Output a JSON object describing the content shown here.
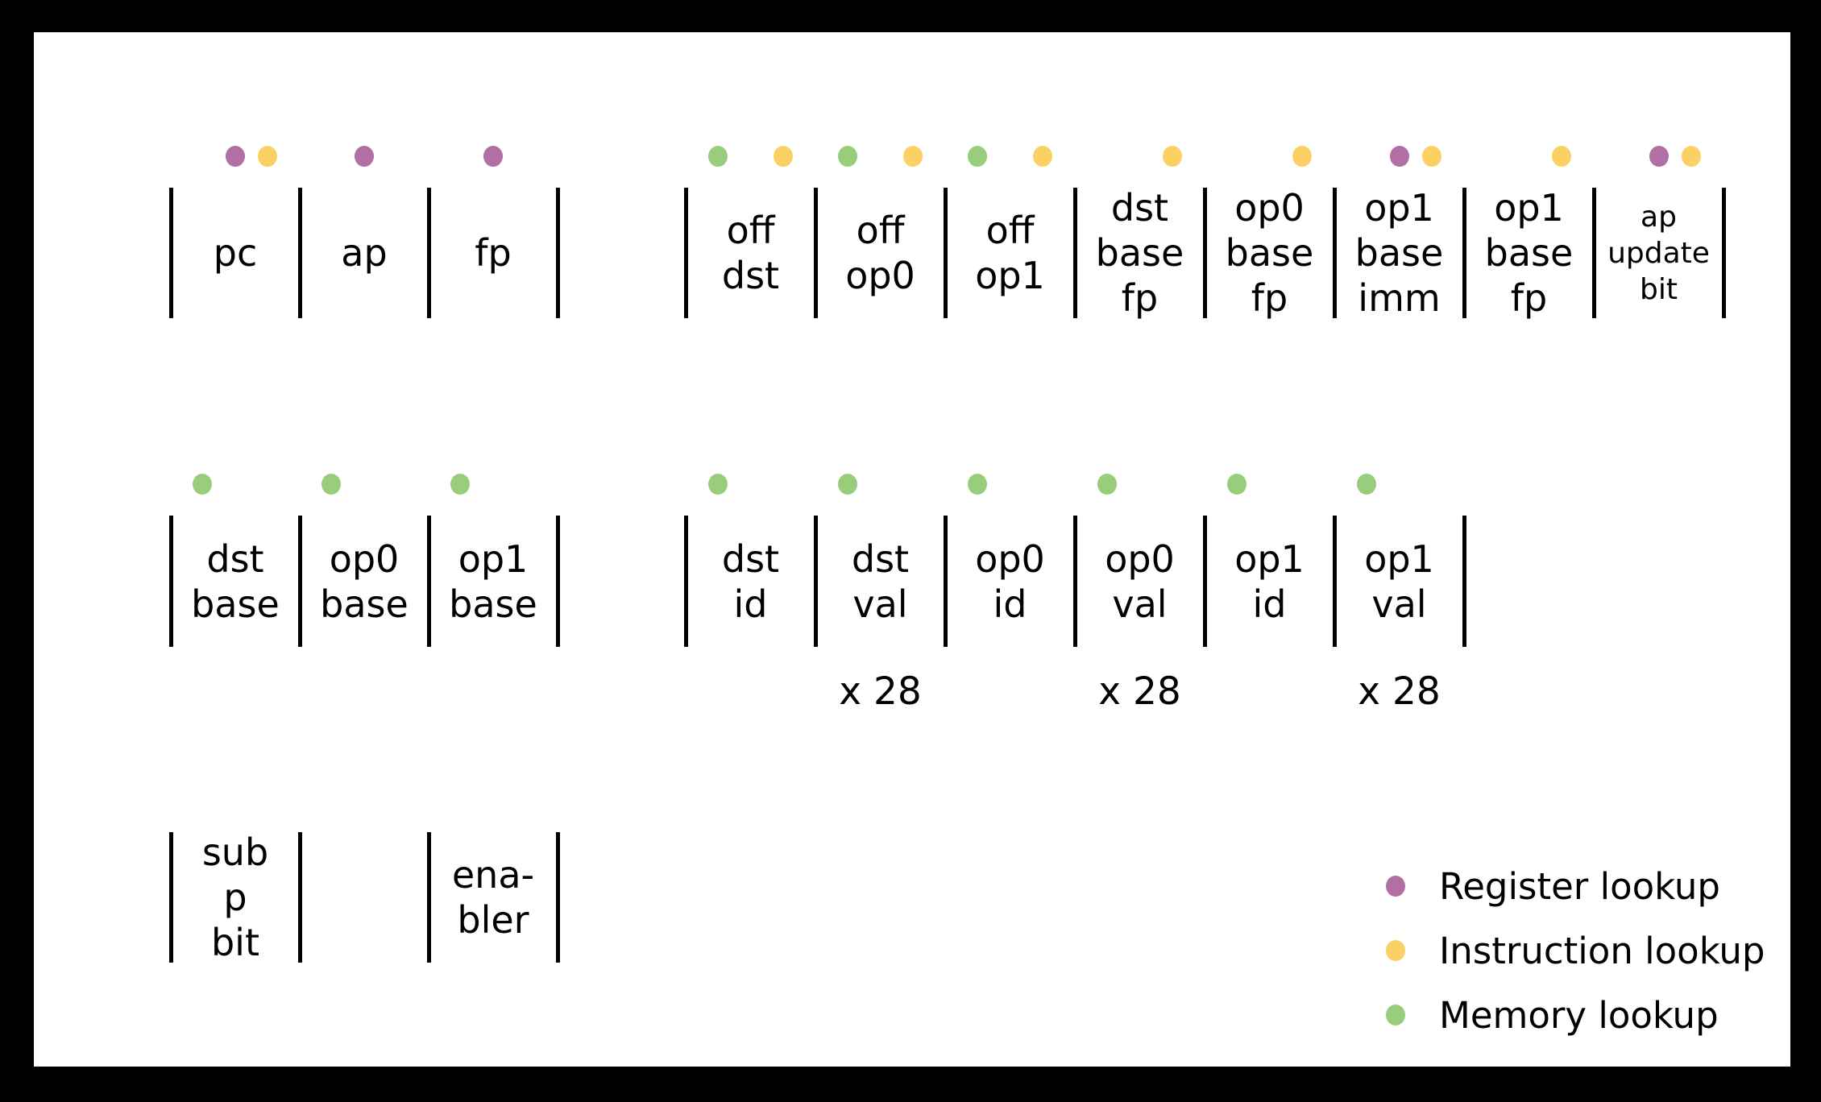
{
  "colors": {
    "register": "#b16fa4",
    "instruction": "#fbd166",
    "memory": "#98ce7b"
  },
  "legend": {
    "items": [
      {
        "id": "register",
        "label": "Register lookup"
      },
      {
        "id": "instruction",
        "label": "Instruction lookup"
      },
      {
        "id": "memory",
        "label": "Memory lookup"
      }
    ]
  },
  "groups": [
    {
      "id": "registers-row",
      "columns": [
        {
          "name": "pc",
          "lines": [
            "pc"
          ],
          "dots": [
            "register",
            "instruction"
          ]
        },
        {
          "name": "ap",
          "lines": [
            "ap"
          ],
          "dots": [
            "register"
          ]
        },
        {
          "name": "fp",
          "lines": [
            "fp"
          ],
          "dots": [
            "register"
          ]
        }
      ]
    },
    {
      "id": "instruction-fields-row",
      "columns": [
        {
          "name": "off-dst",
          "lines": [
            "off",
            "dst"
          ],
          "dots": [
            "memory",
            "instruction"
          ]
        },
        {
          "name": "off-op0",
          "lines": [
            "off",
            "op0"
          ],
          "dots": [
            "memory",
            "instruction"
          ]
        },
        {
          "name": "off-op1",
          "lines": [
            "off",
            "op1"
          ],
          "dots": [
            "memory",
            "instruction"
          ]
        },
        {
          "name": "dst-base-fp",
          "lines": [
            "dst",
            "base",
            "fp"
          ],
          "dots": [
            "instruction"
          ]
        },
        {
          "name": "op0-base-fp",
          "lines": [
            "op0",
            "base",
            "fp"
          ],
          "dots": [
            "instruction"
          ]
        },
        {
          "name": "op1-base-imm",
          "lines": [
            "op1",
            "base",
            "imm"
          ],
          "dots": [
            "register",
            "instruction"
          ]
        },
        {
          "name": "op1-base-fp",
          "lines": [
            "op1",
            "base",
            "fp"
          ],
          "dots": [
            "instruction"
          ]
        },
        {
          "name": "ap-update-bit",
          "lines": [
            "ap",
            "update",
            "bit"
          ],
          "dots": [
            "register",
            "instruction"
          ],
          "small": true
        }
      ]
    },
    {
      "id": "memory-base-row",
      "columns": [
        {
          "name": "dst-base",
          "lines": [
            "dst",
            "base"
          ],
          "dots": [
            "memory"
          ]
        },
        {
          "name": "op0-base",
          "lines": [
            "op0",
            "base"
          ],
          "dots": [
            "memory"
          ]
        },
        {
          "name": "op1-base",
          "lines": [
            "op1",
            "base"
          ],
          "dots": [
            "memory"
          ]
        }
      ]
    },
    {
      "id": "memory-values-row",
      "columns": [
        {
          "name": "dst-id",
          "lines": [
            "dst",
            "id"
          ],
          "dots": [
            "memory"
          ]
        },
        {
          "name": "dst-val",
          "lines": [
            "dst",
            "val"
          ],
          "dots": [
            "memory"
          ],
          "multiplier": "x 28"
        },
        {
          "name": "op0-id",
          "lines": [
            "op0",
            "id"
          ],
          "dots": [
            "memory"
          ]
        },
        {
          "name": "op0-val",
          "lines": [
            "op0",
            "val"
          ],
          "dots": [
            "memory"
          ],
          "multiplier": "x 28"
        },
        {
          "name": "op1-id",
          "lines": [
            "op1",
            "id"
          ],
          "dots": [
            "memory"
          ]
        },
        {
          "name": "op1-val",
          "lines": [
            "op1",
            "val"
          ],
          "dots": [
            "memory"
          ],
          "multiplier": "x 28"
        }
      ]
    },
    {
      "id": "flags-row",
      "columns": [
        {
          "name": "sub-p-bit",
          "lines": [
            "sub",
            "p",
            "bit"
          ]
        },
        {
          "name": "empty",
          "lines": []
        },
        {
          "name": "enabler",
          "lines": [
            "ena-",
            "bler"
          ]
        }
      ]
    }
  ]
}
